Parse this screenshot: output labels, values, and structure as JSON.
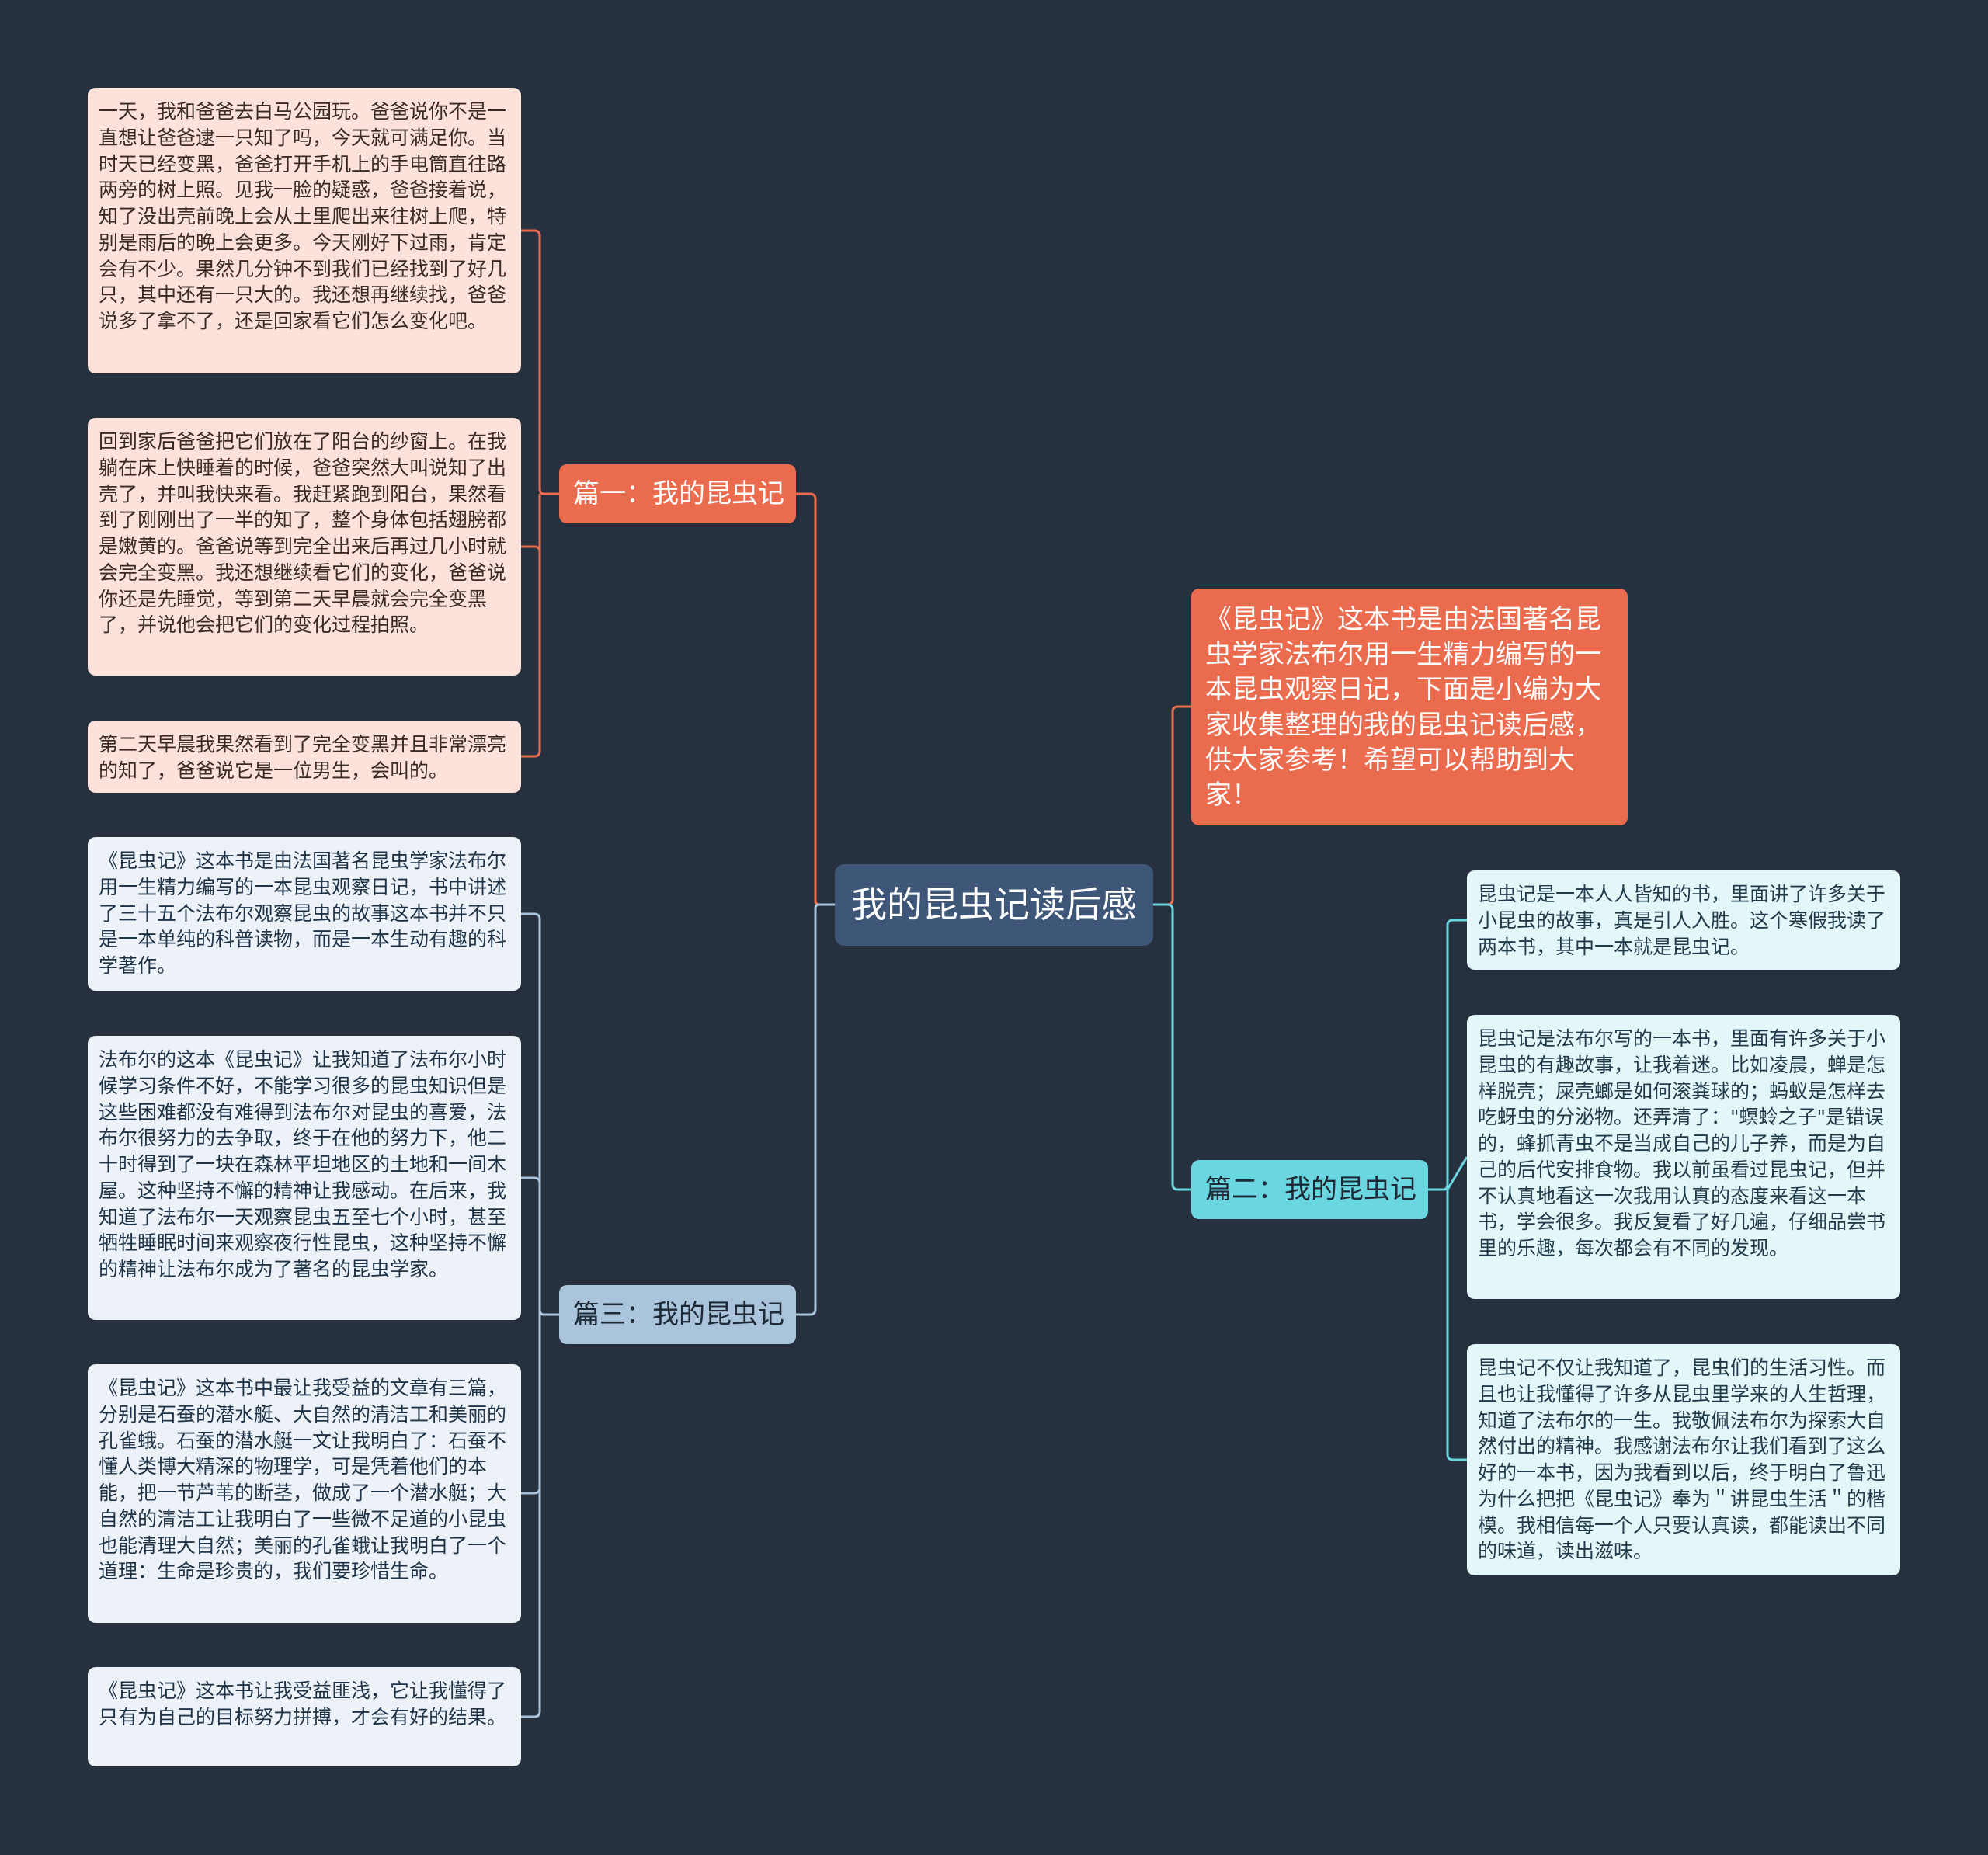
{
  "root": {
    "title": "我的昆虫记读后感"
  },
  "intro": "《昆虫记》这本书是由法国著名昆虫学家法布尔用一生精力编写的一本昆虫观察日记，下面是小编为大家收集整理的我的昆虫记读后感，供大家参考！希望可以帮助到大家！",
  "branches": [
    {
      "label": "篇一：我的昆虫记",
      "color": "#ea6b4d",
      "leaves": [
        "一天，我和爸爸去白马公园玩。爸爸说你不是一直想让爸爸逮一只知了吗，今天就可满足你。当时天已经变黑，爸爸打开手机上的手电筒直往路两旁的树上照。见我一脸的疑惑，爸爸接着说，知了没出壳前晚上会从土里爬出来往树上爬，特别是雨后的晚上会更多。今天刚好下过雨，肯定会有不少。果然几分钟不到我们已经找到了好几只，其中还有一只大的。我还想再继续找，爸爸说多了拿不了，还是回家看它们怎么变化吧。",
        "回到家后爸爸把它们放在了阳台的纱窗上。在我躺在床上快睡着的时候，爸爸突然大叫说知了出壳了，并叫我快来看。我赶紧跑到阳台，果然看到了刚刚出了一半的知了，整个身体包括翅膀都是嫩黄的。爸爸说等到完全出来后再过几小时就会完全变黑。我还想继续看它们的变化，爸爸说你还是先睡觉，等到第二天早晨就会完全变黑了，并说他会把它们的变化过程拍照。",
        "第二天早晨我果然看到了完全变黑并且非常漂亮的知了，爸爸说它是一位男生，会叫的。"
      ]
    },
    {
      "label": "篇二：我的昆虫记",
      "color": "#6ad6e0",
      "leaves": [
        "昆虫记是一本人人皆知的书，里面讲了许多关于小昆虫的故事，真是引人入胜。这个寒假我读了两本书，其中一本就是昆虫记。",
        "昆虫记是法布尔写的一本书，里面有许多关于小昆虫的有趣故事，让我着迷。比如凌晨，蝉是怎样脱壳；屎壳螂是如何滚粪球的；蚂蚁是怎样去吃蚜虫的分泌物。还弄清了：\"螟蛉之子\"是错误的，蜂抓青虫不是当成自己的儿子养，而是为自己的后代安排食物。我以前虽看过昆虫记，但并不认真地看这一次我用认真的态度来看这一本书，学会很多。我反复看了好几遍，仔细品尝书里的乐趣，每次都会有不同的发现。",
        "昆虫记不仅让我知道了，昆虫们的生活习性。而且也让我懂得了许多从昆虫里学来的人生哲理，知道了法布尔的一生。我敬佩法布尔为探索大自然付出的精神。我感谢法布尔让我们看到了这么好的一本书，因为我看到以后，终于明白了鲁迅为什么把把《昆虫记》奉为＂讲昆虫生活＂的楷模。我相信每一个人只要认真读，都能读出不同的味道，读出滋味。"
      ]
    },
    {
      "label": "篇三：我的昆虫记",
      "color": "#a9c4db",
      "leaves": [
        "《昆虫记》这本书是由法国著名昆虫学家法布尔用一生精力编写的一本昆虫观察日记，书中讲述了三十五个法布尔观察昆虫的故事这本书并不只是一本单纯的科普读物，而是一本生动有趣的科学著作。",
        "法布尔的这本《昆虫记》让我知道了法布尔小时候学习条件不好，不能学习很多的昆虫知识但是这些困难都没有难得到法布尔对昆虫的喜爱，法布尔很努力的去争取，终于在他的努力下，他二十时得到了一块在森林平坦地区的土地和一间木屋。这种坚持不懈的精神让我感动。在后来，我知道了法布尔一天观察昆虫五至七个小时，甚至牺牲睡眠时间来观察夜行性昆虫，这种坚持不懈的精神让法布尔成为了著名的昆虫学家。",
        "《昆虫记》这本书中最让我受益的文章有三篇，分别是石蚕的潜水艇、大自然的清洁工和美丽的孔雀蛾。石蚕的潜水艇一文让我明白了：石蚕不懂人类博大精深的物理学，可是凭着他们的本能，把一节芦苇的断茎，做成了一个潜水艇；大自然的清洁工让我明白了一些微不足道的小昆虫也能清理大自然；美丽的孔雀蛾让我明白了一个道理：生命是珍贵的，我们要珍惜生命。",
        "《昆虫记》这本书让我受益匪浅，它让我懂得了只有为自己的目标努力拼搏，才会有好的结果。"
      ]
    }
  ]
}
